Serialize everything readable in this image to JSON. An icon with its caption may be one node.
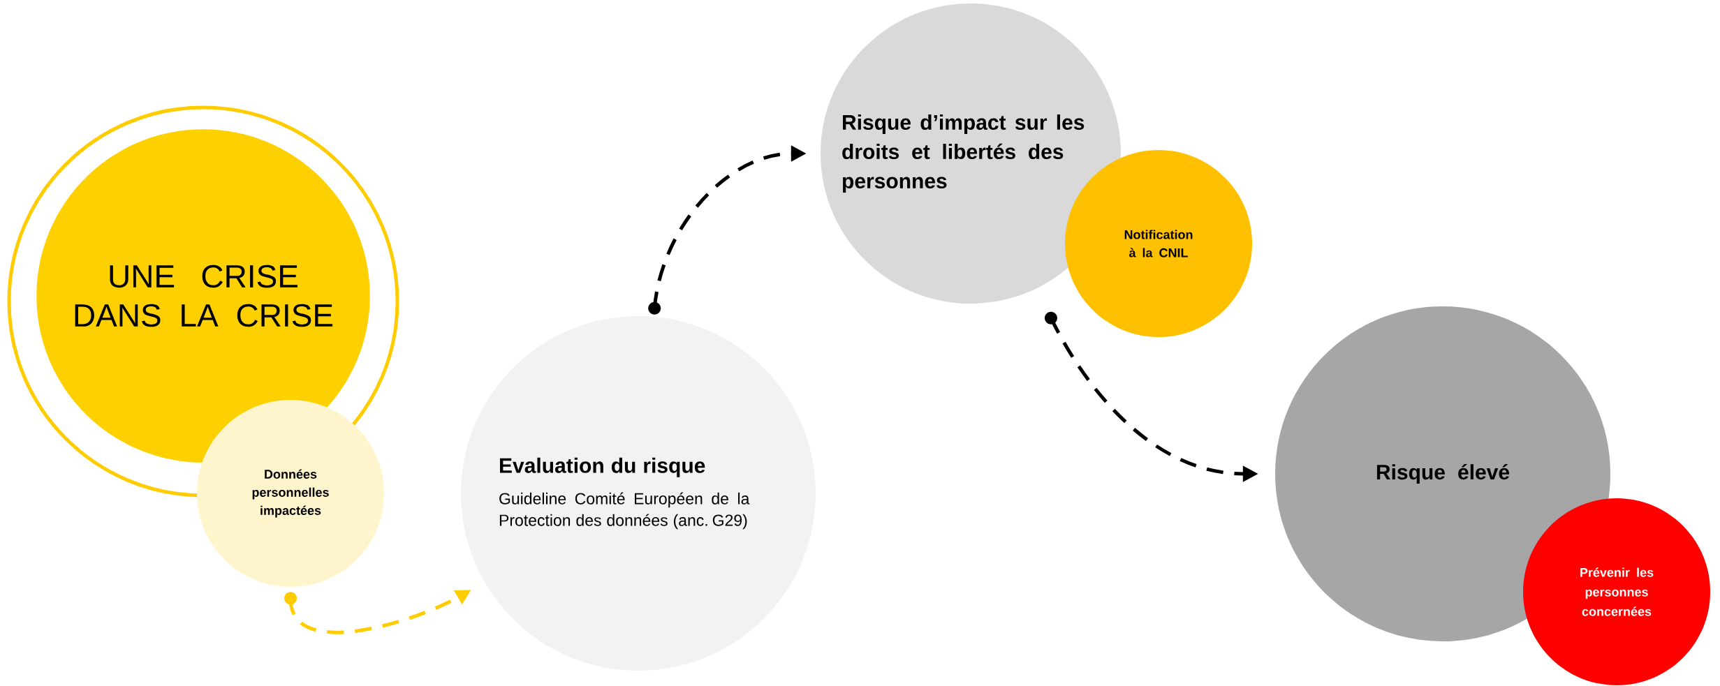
{
  "diagram": {
    "nodes": [
      {
        "text": [
          "UNE CRISE DANS LA CRISE"
        ]
      },
      {
        "text": [
          "Données personnelles impactées"
        ]
      },
      {
        "text": [
          "Evaluation du risque",
          "Guideline Comité Européen de la Protection des données (anc. G29)"
        ]
      },
      {
        "text": [
          "Risque d’impact sur les droits et libertés des personnes"
        ]
      },
      {
        "text": [
          "Notification à la CNIL"
        ]
      },
      {
        "text": [
          "Risque élevé"
        ]
      },
      {
        "text": [
          "Prévenir les personnes concernées"
        ]
      }
    ],
    "edges": [
      {
        "from": 1,
        "to": 2,
        "arrow": "to",
        "style": "dashed",
        "color": "#ffcc00"
      },
      {
        "from": 2,
        "to": 3,
        "arrow": "to",
        "style": "dashed"
      },
      {
        "from": 3,
        "to": 5,
        "arrow": "to",
        "style": "dashed"
      }
    ]
  }
}
